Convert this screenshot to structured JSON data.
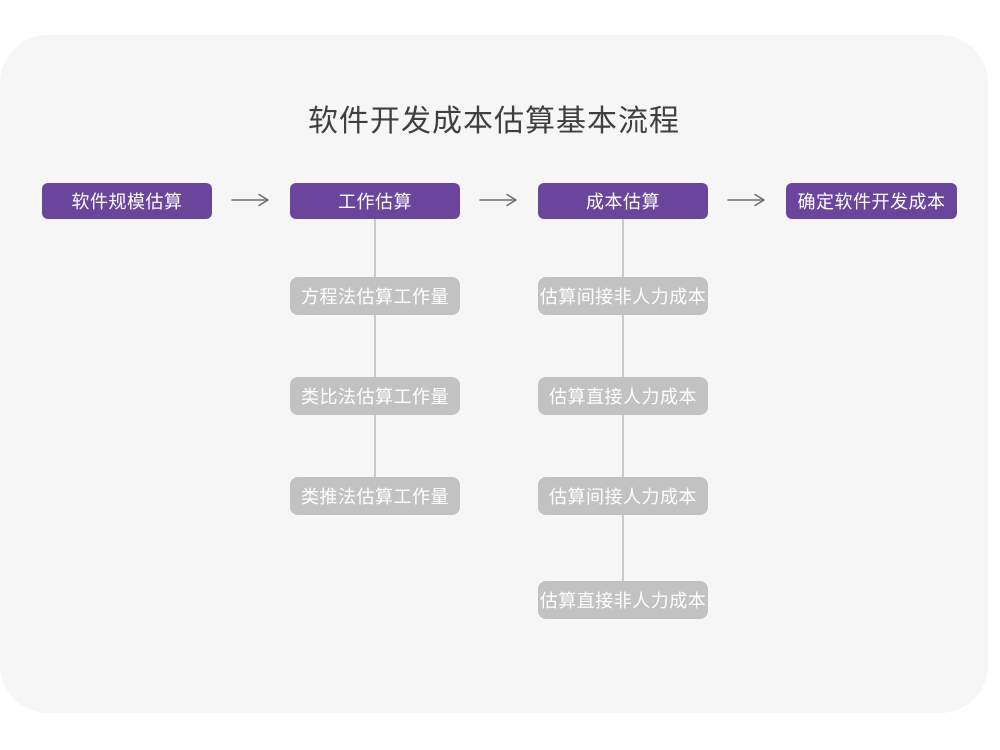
{
  "title": "软件开发成本估算基本流程",
  "colors": {
    "page_bg": "#ffffff",
    "card_bg": "#f6f6f6",
    "title_text": "#3f3f3f",
    "primary": "#6b459b",
    "secondary": "#c2c2c2",
    "box_text": "#ffffff",
    "connector": "#c9c9c9",
    "arrow": "#6e6e6e"
  },
  "flow": {
    "main_steps": [
      {
        "label": "软件规模估算"
      },
      {
        "label": "工作估算"
      },
      {
        "label": "成本估算"
      },
      {
        "label": "确定软件开发成本"
      }
    ],
    "branches": [
      {
        "parent": "工作估算",
        "items": [
          "方程法估算工作量",
          "类比法估算工作量",
          "类推法估算工作量"
        ]
      },
      {
        "parent": "成本估算",
        "items": [
          "估算间接非人力成本",
          "估算直接人力成本",
          "估算间接人力成本",
          "估算直接非人力成本"
        ]
      }
    ]
  }
}
